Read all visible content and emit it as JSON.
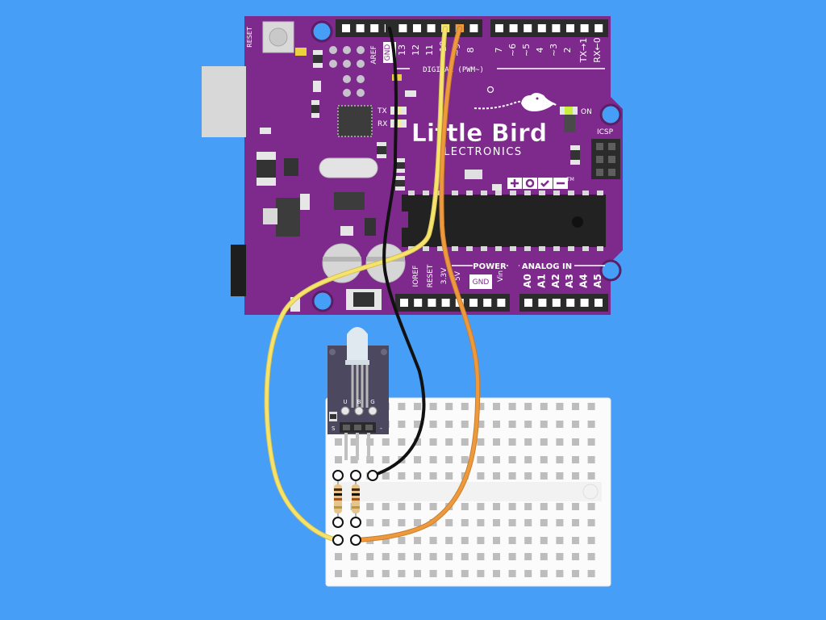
{
  "colors": {
    "background": "#479ef7",
    "board": "#7e2a8d",
    "board_dark": "#651f72",
    "header": "#2b2b2b",
    "wire_black": "#111111",
    "wire_yellow": "#f7e36a",
    "wire_orange": "#ee9a3c",
    "breadboard": "#fbfbfb",
    "module": "#4b4860"
  },
  "board": {
    "reset_label": "RESET",
    "aref_label": "AREF",
    "gnd_top_label": "GND",
    "digital_pins": [
      "13",
      "12",
      "11",
      "~10",
      "~9",
      "8",
      "7",
      "~6",
      "~5",
      "4",
      "~3",
      "2",
      "TX→1",
      "RX←0"
    ],
    "digital_label": "DIGITAL (PWM~)",
    "tx_label": "TX",
    "rx_label": "RX",
    "on_label": "ON",
    "icsp_label": "ICSP",
    "brand_main": "Little Bird",
    "brand_sub": "ELECTRONICS",
    "tm_label": "TM",
    "power_pins": [
      "IOREF",
      "RESET",
      "3.3V",
      "5V",
      "GND",
      "GND",
      "Vin"
    ],
    "power_label": "POWER",
    "analog_label": "ANALOG IN",
    "analog_pins": [
      "A0",
      "A1",
      "A2",
      "A3",
      "A4",
      "A5"
    ]
  },
  "module": {
    "pin_labels": [
      "U",
      "B",
      "G"
    ],
    "side_s": "S",
    "side_minus": "-"
  }
}
